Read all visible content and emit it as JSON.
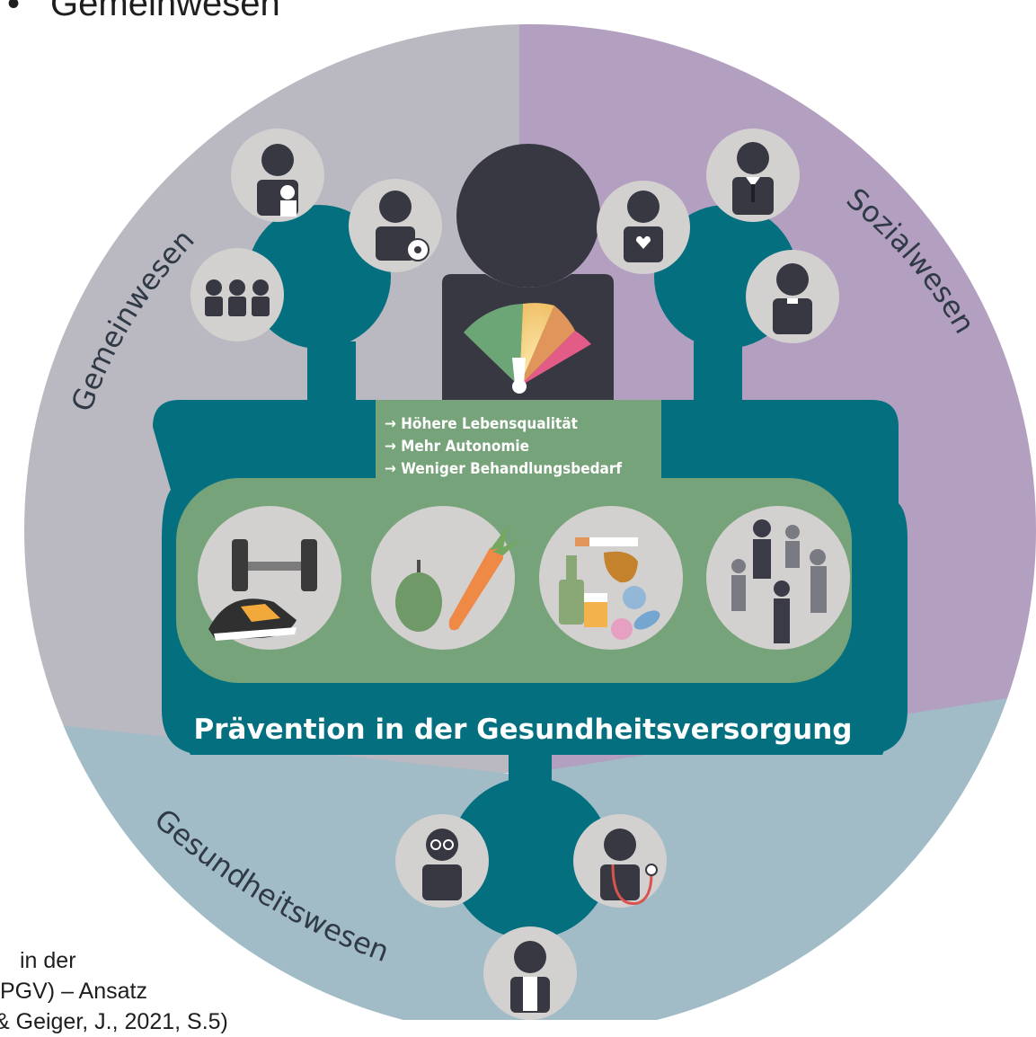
{
  "slide": {
    "bullet": "•",
    "heading": "Gemeinwesen"
  },
  "caption": {
    "line1": "in der",
    "line2": "PGV) – Ansatz",
    "line3": "& Geiger, J., 2021, S.5)"
  },
  "diagram": {
    "sectors": {
      "community": "Gemeinwesen",
      "social": "Sozialwesen",
      "health": "Gesundheitswesen"
    },
    "benefits": [
      "→ Höhere Lebensqualität",
      "→ Mehr Autonomie",
      "→ Weniger Behandlungsbedarf"
    ],
    "band_title": "Prävention in der Gesundheitsversorgung",
    "icons": {
      "community": [
        "parent-child-icon",
        "football-player-icon",
        "group-icon"
      ],
      "social": [
        "caregiver-heart-icon",
        "businessman-icon",
        "priest-icon"
      ],
      "health": [
        "elderly-glasses-icon",
        "doctor-stethoscope-icon",
        "nurse-icon"
      ],
      "prevention": [
        "fitness-icon",
        "nutrition-icon",
        "addiction-icon",
        "social-network-icon"
      ],
      "center": [
        "person-gauge-icon"
      ]
    },
    "colors": {
      "community_sector": "#bab8c1",
      "social_sector": "#b39fbf",
      "health_sector": "#a1bcc6",
      "teal": "#04707f",
      "green": "#77a37a",
      "dark_figure": "#383843",
      "icon_disc": "#d3d0d0"
    }
  }
}
